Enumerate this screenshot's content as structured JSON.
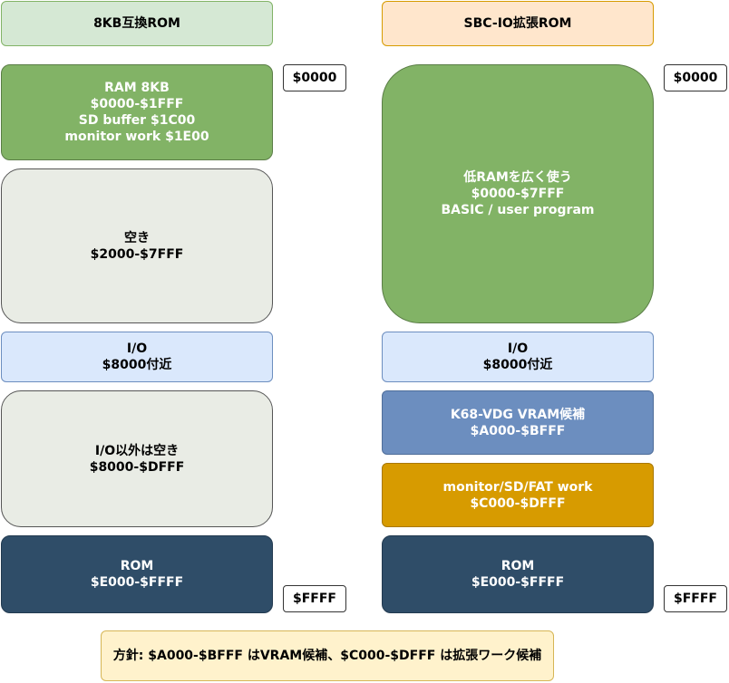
{
  "left": {
    "header": "8KB互換ROM",
    "ram": "RAM 8KB\n$0000-$1FFF\nSD buffer $1C00\nmonitor work $1E00",
    "free_low": "空き\n$2000-$7FFF",
    "io": "I/O\n$8000付近",
    "free_io": "I/O以外は空き\n$8000-$DFFF",
    "rom": "ROM\n$E000-$FFFF",
    "addr_top": "$0000",
    "addr_bottom": "$FFFF"
  },
  "right": {
    "header": "SBC-IO拡張ROM",
    "ram": "低RAMを広く使う\n$0000-$7FFF\nBASIC / user program",
    "io": "I/O\n$8000付近",
    "vram": "K68-VDG VRAM候補\n$A000-$BFFF",
    "work": "monitor/SD/FAT work\n$C000-$DFFF",
    "rom": "ROM\n$E000-$FFFF",
    "addr_top": "$0000",
    "addr_bottom": "$FFFF"
  },
  "note": "方針: $A000-$BFFF はVRAM候補、$C000-$DFFF は拡張ワーク候補",
  "colors": {
    "header_green": "#d5e8d4",
    "header_orange": "#ffe6cc",
    "ram_green": "#82b366",
    "free_gray": "#e9ece5",
    "io_blue": "#dae8fc",
    "vram_blue": "#6c8ebf",
    "work_gold": "#d79b00",
    "rom_navy": "#2f4d68",
    "note_yellow": "#fff2cc"
  }
}
